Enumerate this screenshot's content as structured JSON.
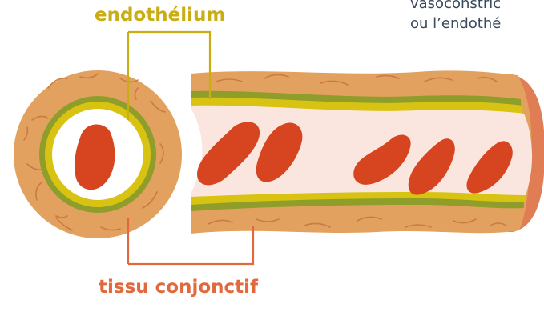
{
  "labels": {
    "endothelium": "endothélium",
    "connective_tissue": "tissu conjonctif"
  },
  "cropped_text": {
    "line1": "vasoconstric",
    "line2": "ou l’endothé"
  },
  "colors": {
    "endothelium_label": "#c9ad12",
    "tissue_label": "#e06a3d",
    "outer_tissue": "#e3a15f",
    "middle_layer": "#8f9e2b",
    "endothelium_layer": "#d9c312",
    "lumen": "#fbe6df",
    "red_blood_cell": "#d6451f"
  }
}
